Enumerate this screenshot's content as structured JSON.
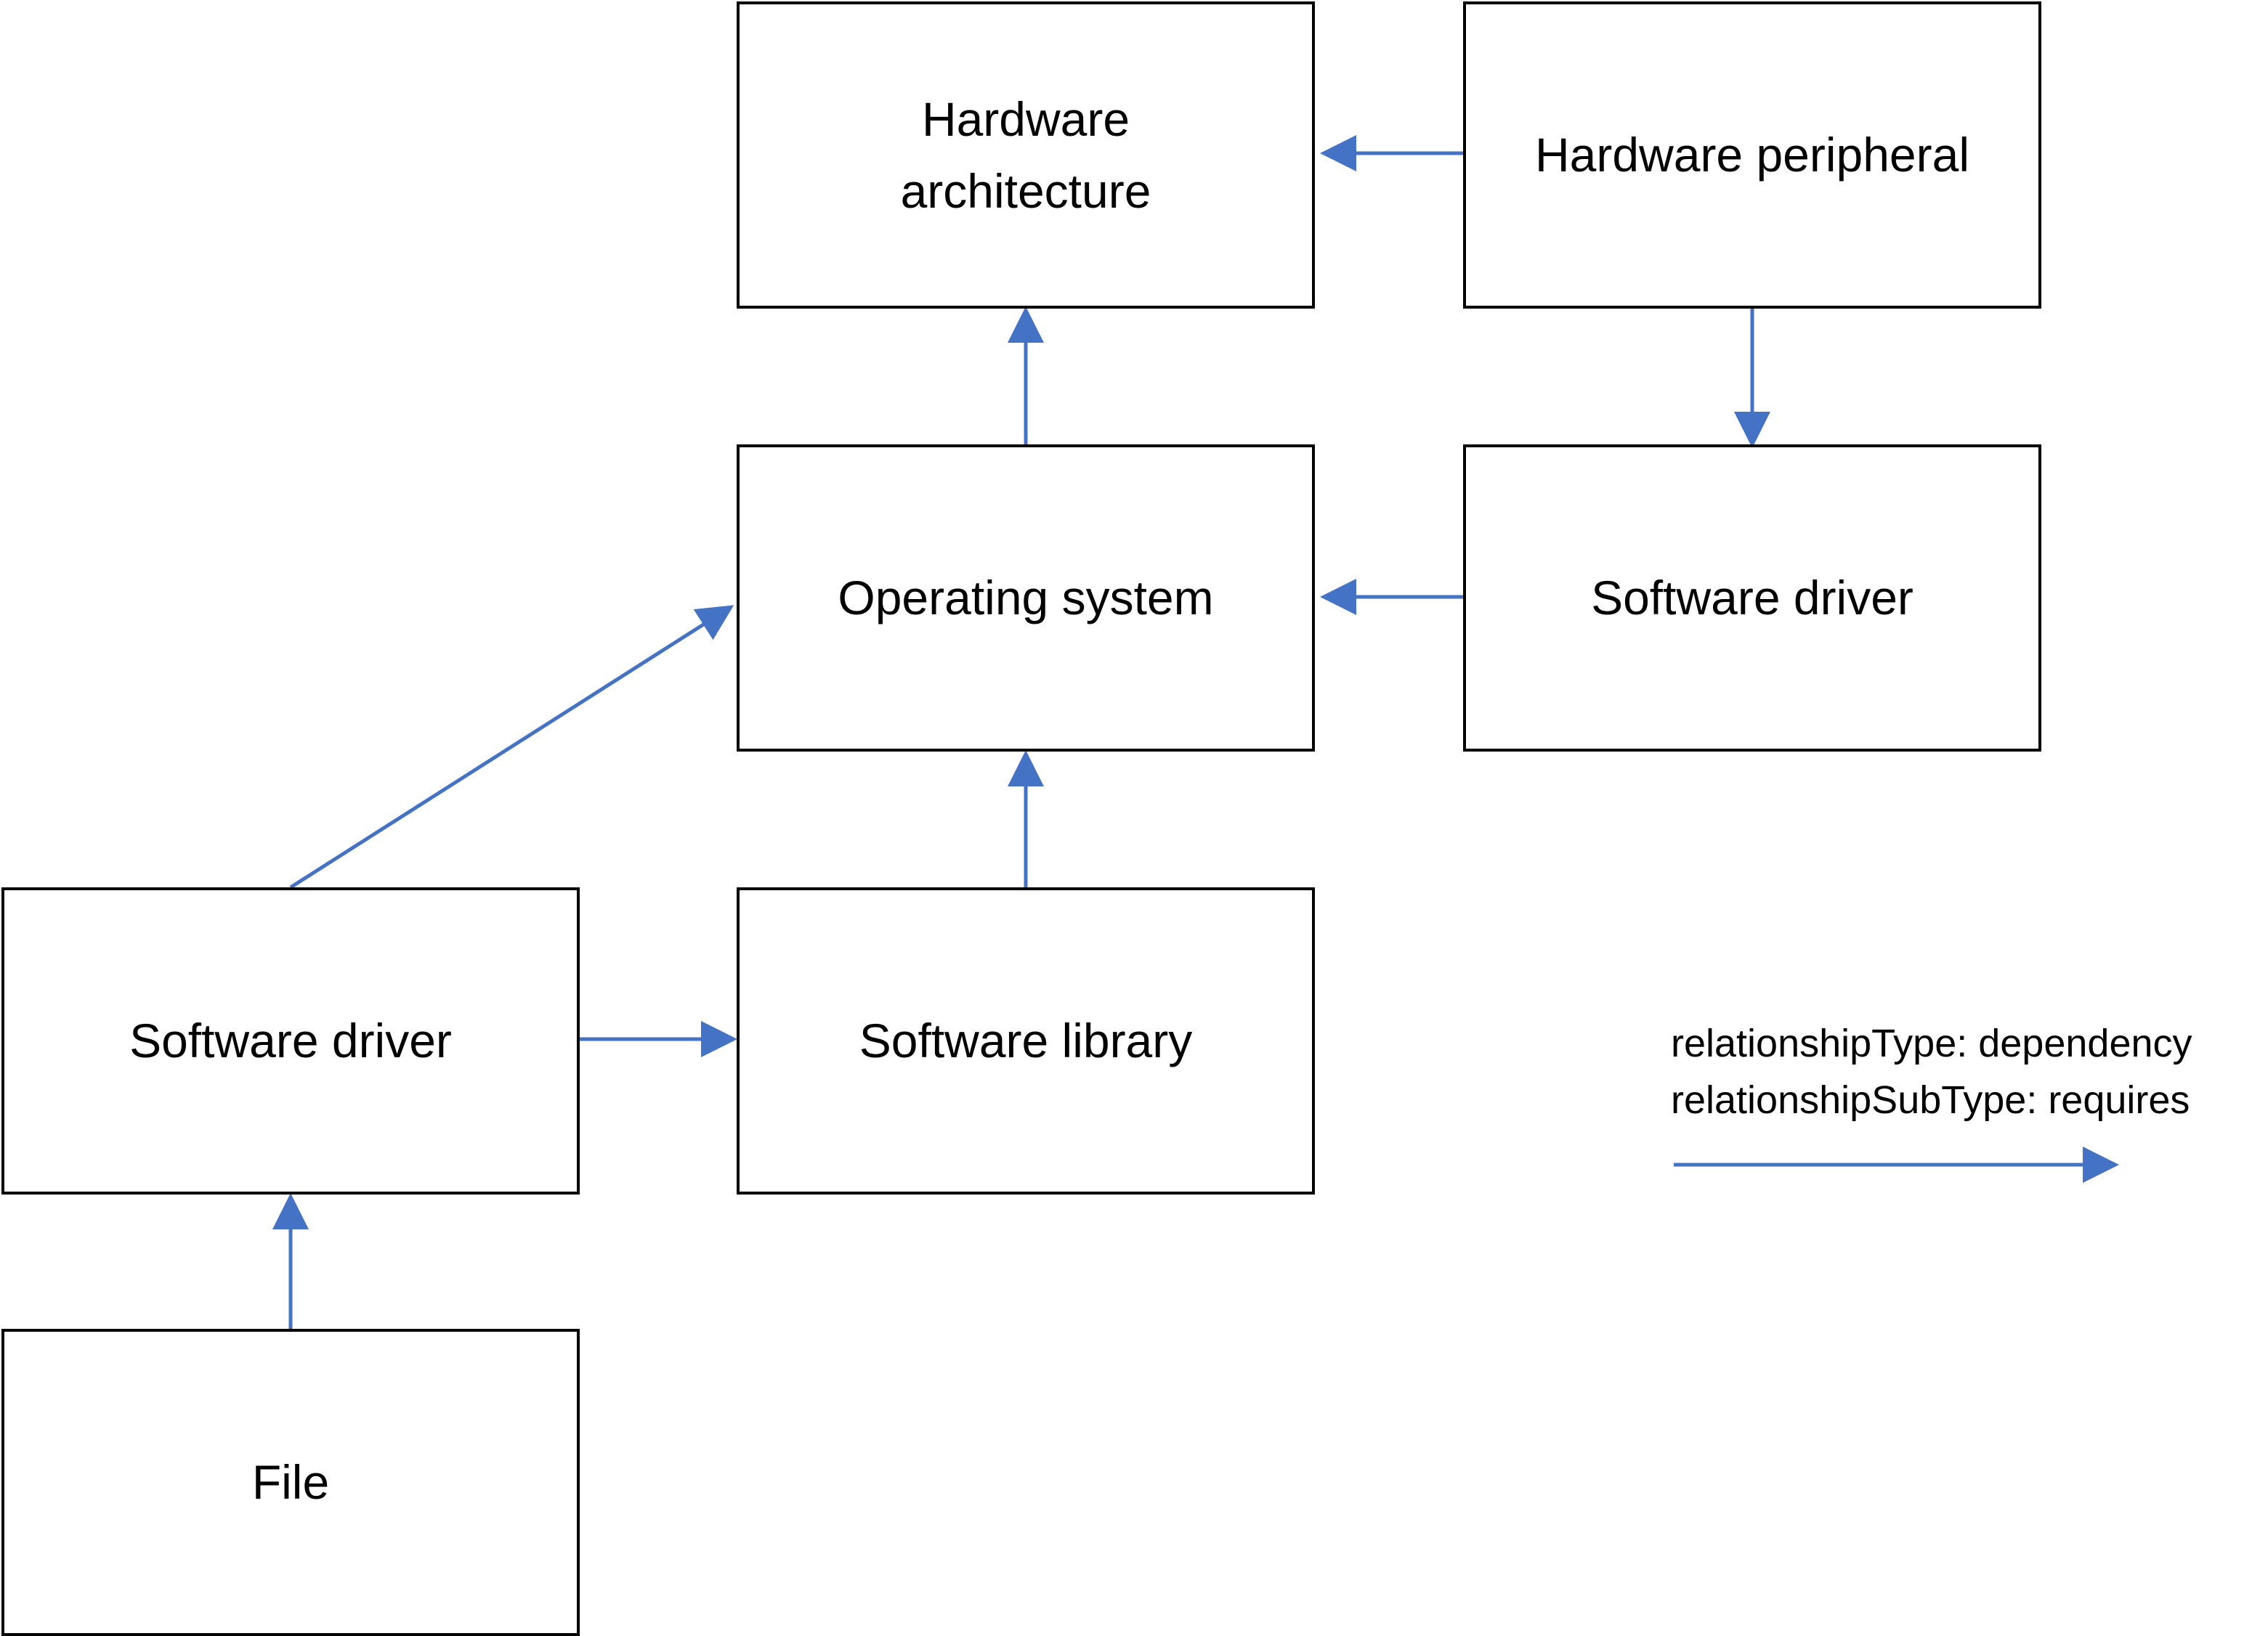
{
  "colors": {
    "arrow": "#4472C4",
    "box_border": "#000000",
    "background": "#FFFFFF"
  },
  "nodes": {
    "hardware_architecture": "Hardware\narchitecture",
    "hardware_peripheral": "Hardware peripheral",
    "operating_system": "Operating system",
    "software_driver_right": "Software driver",
    "software_driver_left": "Software driver",
    "software_library": "Software library",
    "file": "File"
  },
  "edges": [
    {
      "from": "hardware_peripheral",
      "to": "hardware_architecture"
    },
    {
      "from": "operating_system",
      "to": "hardware_architecture"
    },
    {
      "from": "hardware_peripheral",
      "to": "software_driver_right"
    },
    {
      "from": "software_driver_right",
      "to": "operating_system"
    },
    {
      "from": "software_driver_left",
      "to": "operating_system"
    },
    {
      "from": "software_library",
      "to": "operating_system"
    },
    {
      "from": "software_driver_left",
      "to": "software_library"
    },
    {
      "from": "file",
      "to": "software_driver_left"
    }
  ],
  "legend": {
    "line1": "relationshipType: dependency",
    "line2": "relationshipSubType: requires"
  }
}
